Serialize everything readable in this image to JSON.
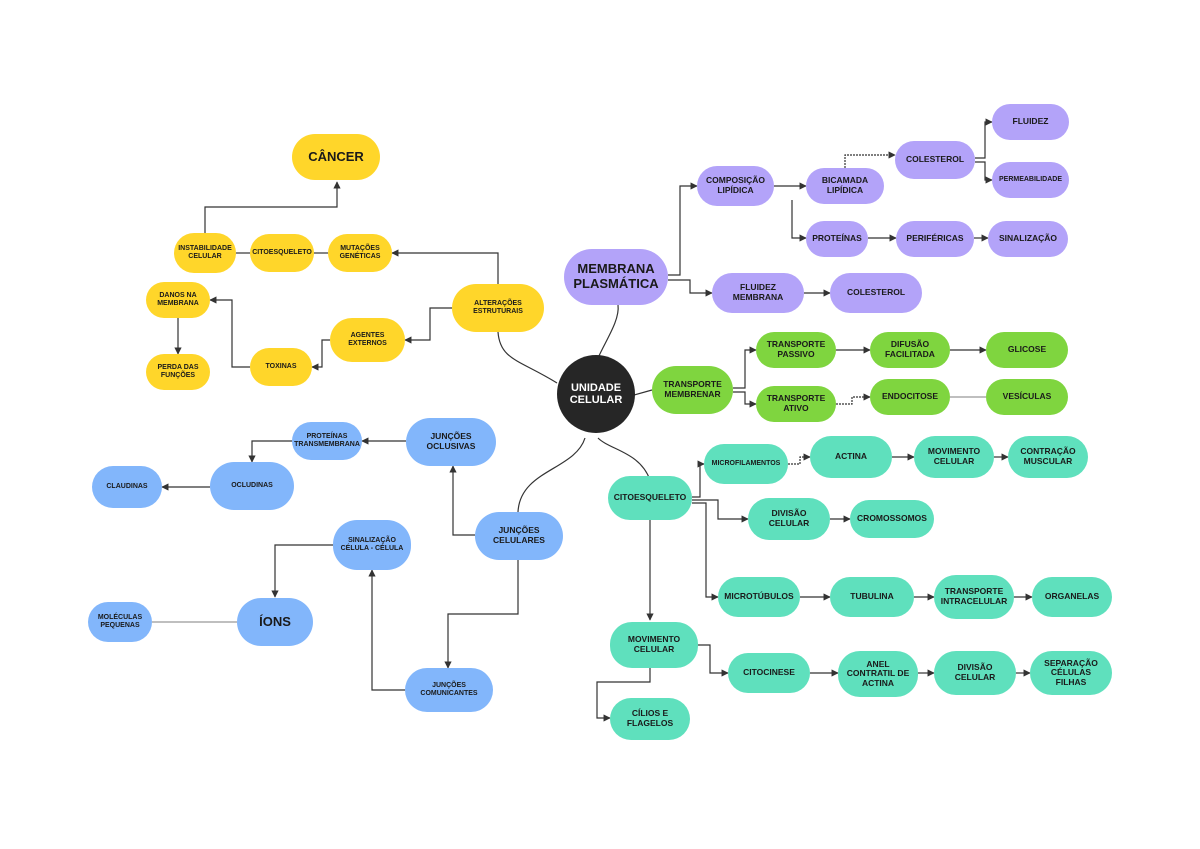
{
  "center": {
    "label": "UNIDADE CELULAR"
  },
  "membrana": {
    "root": "MEMBRANA PLASMÁTICA",
    "composicao": "COMPOSIÇÃO LIPÍDICA",
    "bicamada": "BICAMADA LIPÍDICA",
    "colesterol1": "COLESTEROL",
    "fluidez": "FLUIDEZ",
    "permeabilidade": "PERMEABILIDADE",
    "proteinas": "PROTEÍNAS",
    "perifericas": "PERIFÉRICAS",
    "sinalizacao": "SINALIZAÇÃO",
    "fluidez_membrana": "FLUIDEZ MEMBRANA",
    "colesterol2": "COLESTEROL"
  },
  "transporte": {
    "root": "TRANSPORTE MEMBRENAR",
    "passivo": "TRANSPORTE PASSIVO",
    "difusao": "DIFUSÃO FACILITADA",
    "glicose": "GLICOSE",
    "ativo": "TRANSPORTE ATIVO",
    "endocitose": "ENDOCITOSE",
    "vesiculas": "VESÍCULAS"
  },
  "citoesqueleto": {
    "root": "CITOESQUELETO",
    "microfilamentos": "MICROFILAMENTOS",
    "actina": "ACTINA",
    "movimento_celular": "MOVIMENTO CELULAR",
    "contracao": "CONTRAÇÃO MUSCULAR",
    "divisao_celular": "DIVISÃO CELULAR",
    "cromossomos": "CROMOSSOMOS",
    "microtubulos": "MICROTÚBULOS",
    "tubulina": "TUBULINA",
    "transporte_intracelular": "TRANSPORTE INTRACELULAR",
    "organelas": "ORGANELAS",
    "movimento": "MOVIMENTO CELULAR",
    "citocinese": "CITOCINESE",
    "anel": "ANEL CONTRATIL DE ACTINA",
    "divisao2": "DIVISÃO CELULAR",
    "separacao": "SEPARAÇÃO CÉLULAS FILHAS",
    "cilios": "CÍLIOS E FLAGELOS"
  },
  "juncoes": {
    "root": "JUNÇÕES CELULARES",
    "oclusivas": "JUNÇÕES OCLUSIVAS",
    "proteinas_transmembrana": "PROTEÍNAS TRANSMEMBRANA",
    "ocludinas": "OCLUDINAS",
    "claudinas": "CLAUDINAS",
    "comunicantes": "JUNÇÕES COMUNICANTES",
    "sinalizacao": "SINALIZAÇÃO CÉLULA - CÉLULA",
    "ions": "ÍONS",
    "moleculas": "MOLÉCULAS PEQUENAS"
  },
  "alteracoes": {
    "root": "ALTERAÇÕES ESTRUTURAIS",
    "mutacoes": "MUTAÇÕES GENÉTICAS",
    "citoesqueleto": "CITOESQUELETO",
    "instabilidade": "INSTABILIDADE CELULAR",
    "cancer": "CÂNCER",
    "agentes": "AGENTES EXTERNOS",
    "toxinas": "TOXINAS",
    "danos": "DANOS NA MEMBRANA",
    "perda": "PERDA DAS FUNÇÕES"
  }
}
